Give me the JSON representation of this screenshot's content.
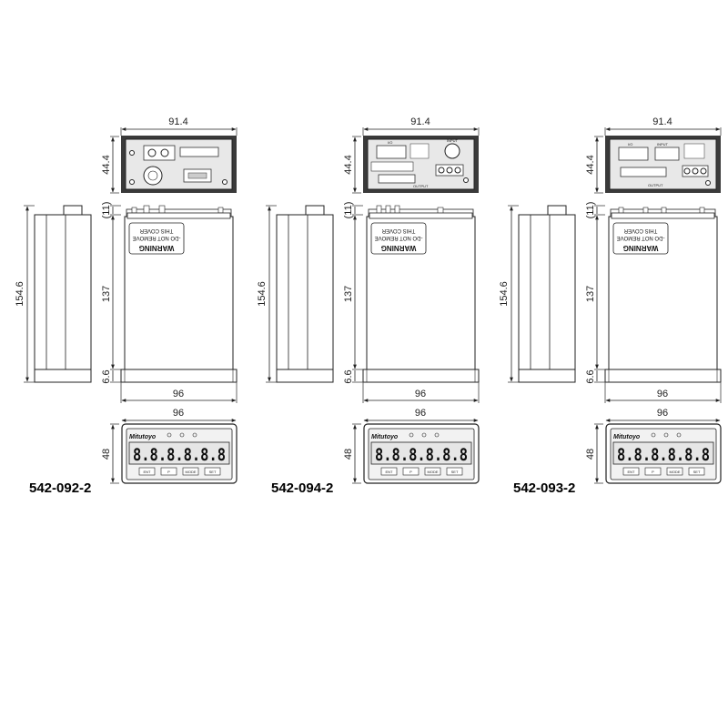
{
  "dimensions": {
    "rear_width": "91.4",
    "rear_height": "44.4",
    "total_length": "154.6",
    "top_offset": "(11)",
    "body_length": "137",
    "front_depth": "6.6",
    "body_width": "96",
    "front_width": "96",
    "front_height": "48"
  },
  "models": [
    {
      "id": "542-092-2"
    },
    {
      "id": "542-094-2"
    },
    {
      "id": "542-093-2"
    }
  ],
  "warning_label": {
    "line1": "WARNING",
    "line2": "-DO NOT REMOVE",
    "line3": "THIS COVER"
  },
  "front_panel": {
    "brand": "Mitutoyo",
    "display": "8.8.8.8.8.8",
    "buttons": [
      "ENT",
      "P",
      "MODE",
      "SET"
    ]
  },
  "rear_panel": {
    "labels": [
      "INPUT",
      "OUTPUT",
      "I/O"
    ]
  }
}
